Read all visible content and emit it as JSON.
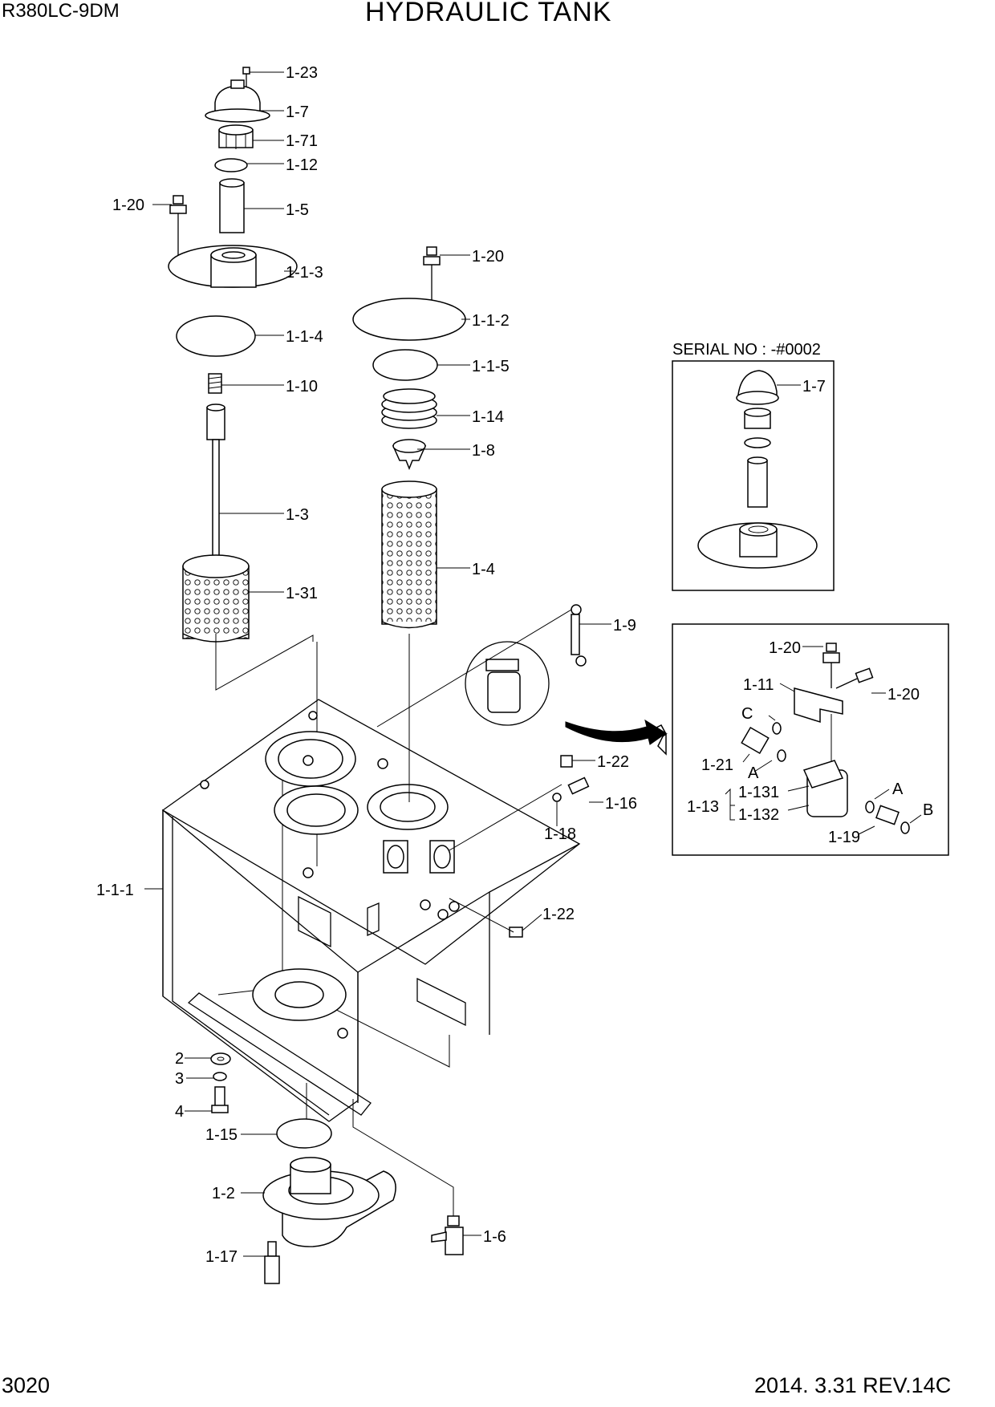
{
  "header": {
    "model": "R380LC-9DM",
    "title": "HYDRAULIC TANK"
  },
  "footer": {
    "page_number": "3020",
    "date_revision": "2014. 3.31  REV.14C"
  },
  "callouts": {
    "c1_23": "1-23",
    "c1_7": "1-7",
    "c1_71": "1-71",
    "c1_12": "1-12",
    "c1_20a": "1-20",
    "c1_5": "1-5",
    "c1_1_3": "1-1-3",
    "c1_1_4": "1-1-4",
    "c1_10": "1-10",
    "c1_3": "1-3",
    "c1_31": "1-31",
    "c1_20b": "1-20",
    "c1_1_2": "1-1-2",
    "c1_1_5": "1-1-5",
    "c1_14": "1-14",
    "c1_8": "1-8",
    "c1_4": "1-4",
    "c1_9": "1-9",
    "c1_22a": "1-22",
    "c1_16": "1-16",
    "c1_18": "1-18",
    "c1_22b": "1-22",
    "c1_1_1": "1-1-1",
    "c2": "2",
    "c3": "3",
    "c4": "4",
    "c1_15": "1-15",
    "c1_2": "1-2",
    "c1_17": "1-17",
    "c1_6": "1-6"
  },
  "serial_box": {
    "title": "SERIAL NO : -#0002",
    "c1_7": "1-7"
  },
  "detail_box": {
    "c1_20a": "1-20",
    "c1_11": "1-11",
    "c1_20b": "1-20",
    "cC": "C",
    "c1_21": "1-21",
    "cA1": "A",
    "c1_13": "1-13",
    "c1_131": "1-131",
    "c1_132": "1-132",
    "cA2": "A",
    "cB": "B",
    "c1_19": "1-19"
  }
}
